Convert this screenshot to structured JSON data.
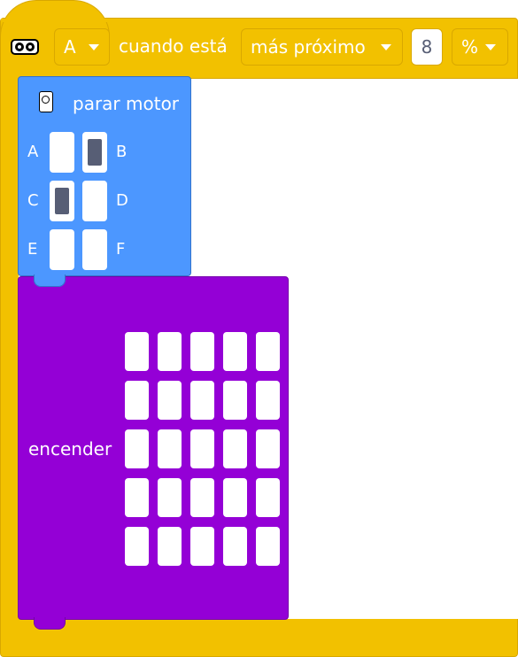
{
  "hat_block": {
    "icon": "distance-sensor-icon",
    "port_value": "A",
    "label": "cuando está",
    "comparison_value": "más próximo",
    "distance_value": "8",
    "unit_value": "%",
    "color": "#f2c100"
  },
  "stop_motor_block": {
    "icon": "motor-icon",
    "label": "parar motor",
    "color": "#4c97ff",
    "ports": [
      {
        "name": "A",
        "selected": false
      },
      {
        "name": "B",
        "selected": true
      },
      {
        "name": "C",
        "selected": true
      },
      {
        "name": "D",
        "selected": false
      },
      {
        "name": "E",
        "selected": false
      },
      {
        "name": "F",
        "selected": false
      }
    ]
  },
  "light_matrix_block": {
    "label": "encender",
    "color": "#9400d6",
    "grid_rows": 5,
    "grid_cols": 5
  }
}
